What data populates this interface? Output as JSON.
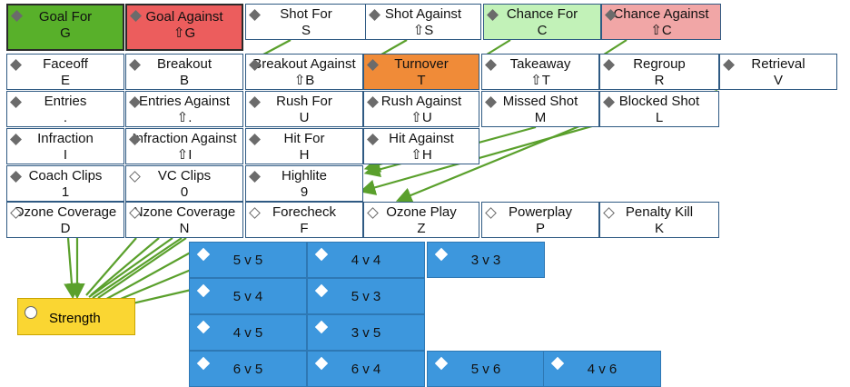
{
  "colors": {
    "goal_for": "#58b02a",
    "goal_against": "#ec5d5d",
    "chance_for": "#c2f2b8",
    "chance_against": "#f1a6a6",
    "turnover": "#f08b38",
    "strength_button": "#3d97dd",
    "strength_node": "#fad632",
    "connector": "#5aa02c"
  },
  "event_buttons": [
    {
      "label": "Goal For",
      "key": "G",
      "icon": "diamond-filled",
      "color": "goal_for",
      "selected": true
    },
    {
      "label": "Goal Against",
      "key": "⇧G",
      "icon": "diamond-filled",
      "color": "goal_against",
      "selected": true
    },
    {
      "label": "Shot For",
      "key": "S",
      "icon": "diamond-filled"
    },
    {
      "label": "Shot Against",
      "key": "⇧S",
      "icon": "diamond-filled"
    },
    {
      "label": "Chance For",
      "key": "C",
      "icon": "diamond-filled",
      "color": "chance_for"
    },
    {
      "label": "Chance Against",
      "key": "⇧C",
      "icon": "diamond-filled",
      "color": "chance_against"
    },
    {
      "label": "Faceoff",
      "key": "E",
      "icon": "diamond-filled"
    },
    {
      "label": "Breakout",
      "key": "B",
      "icon": "diamond-filled"
    },
    {
      "label": "Breakout Against",
      "key": "⇧B",
      "icon": "diamond-filled"
    },
    {
      "label": "Turnover",
      "key": "T",
      "icon": "diamond-filled",
      "color": "turnover"
    },
    {
      "label": "Takeaway",
      "key": "⇧T",
      "icon": "diamond-filled"
    },
    {
      "label": "Regroup",
      "key": "R",
      "icon": "diamond-filled"
    },
    {
      "label": "Retrieval",
      "key": "V",
      "icon": "diamond-filled"
    },
    {
      "label": "Entries",
      "key": ".",
      "icon": "diamond-filled"
    },
    {
      "label": "Entries Against",
      "key": "⇧.",
      "icon": "diamond-filled"
    },
    {
      "label": "Rush For",
      "key": "U",
      "icon": "diamond-filled"
    },
    {
      "label": "Rush Against",
      "key": "⇧U",
      "icon": "diamond-filled"
    },
    {
      "label": "Missed Shot",
      "key": "M",
      "icon": "diamond-filled"
    },
    {
      "label": "Blocked Shot",
      "key": "L",
      "icon": "diamond-filled"
    },
    {
      "label": "Infraction",
      "key": "I",
      "icon": "diamond-filled"
    },
    {
      "label": "Infraction Against",
      "key": "⇧I",
      "icon": "diamond-filled"
    },
    {
      "label": "Hit For",
      "key": "H",
      "icon": "diamond-filled"
    },
    {
      "label": "Hit Against",
      "key": "⇧H",
      "icon": "diamond-filled"
    },
    {
      "label": "Coach Clips",
      "key": "1",
      "icon": "diamond-filled"
    },
    {
      "label": "VC Clips",
      "key": "0",
      "icon": "diamond-hollow"
    },
    {
      "label": "Highlite",
      "key": "9",
      "icon": "diamond-filled"
    },
    {
      "label": "Dzone Coverage",
      "key": "D",
      "icon": "diamond-hollow"
    },
    {
      "label": "Nzone Coverage",
      "key": "N",
      "icon": "diamond-hollow"
    },
    {
      "label": "Forecheck",
      "key": "F",
      "icon": "diamond-hollow"
    },
    {
      "label": "Ozone Play",
      "key": "Z",
      "icon": "diamond-hollow"
    },
    {
      "label": "Powerplay",
      "key": "P",
      "icon": "diamond-hollow"
    },
    {
      "label": "Penalty Kill",
      "key": "K",
      "icon": "diamond-hollow"
    }
  ],
  "strength_buttons": [
    {
      "label": "5 v 5",
      "icon": "diamond-hollow"
    },
    {
      "label": "4 v 4",
      "icon": "diamond-hollow"
    },
    {
      "label": "3 v 3",
      "icon": "diamond-hollow"
    },
    {
      "label": "5 v 4",
      "icon": "diamond-hollow"
    },
    {
      "label": "5 v 3",
      "icon": "diamond-hollow"
    },
    {
      "label": "4 v 5",
      "icon": "diamond-hollow"
    },
    {
      "label": "3 v 5",
      "icon": "diamond-hollow"
    },
    {
      "label": "6 v 5",
      "icon": "diamond-hollow"
    },
    {
      "label": "6 v 4",
      "icon": "diamond-hollow"
    },
    {
      "label": "5 v 6",
      "icon": "diamond-hollow"
    },
    {
      "label": "4 v 6",
      "icon": "diamond-hollow"
    }
  ],
  "strength_node": {
    "label": "Strength",
    "icon": "circle"
  }
}
